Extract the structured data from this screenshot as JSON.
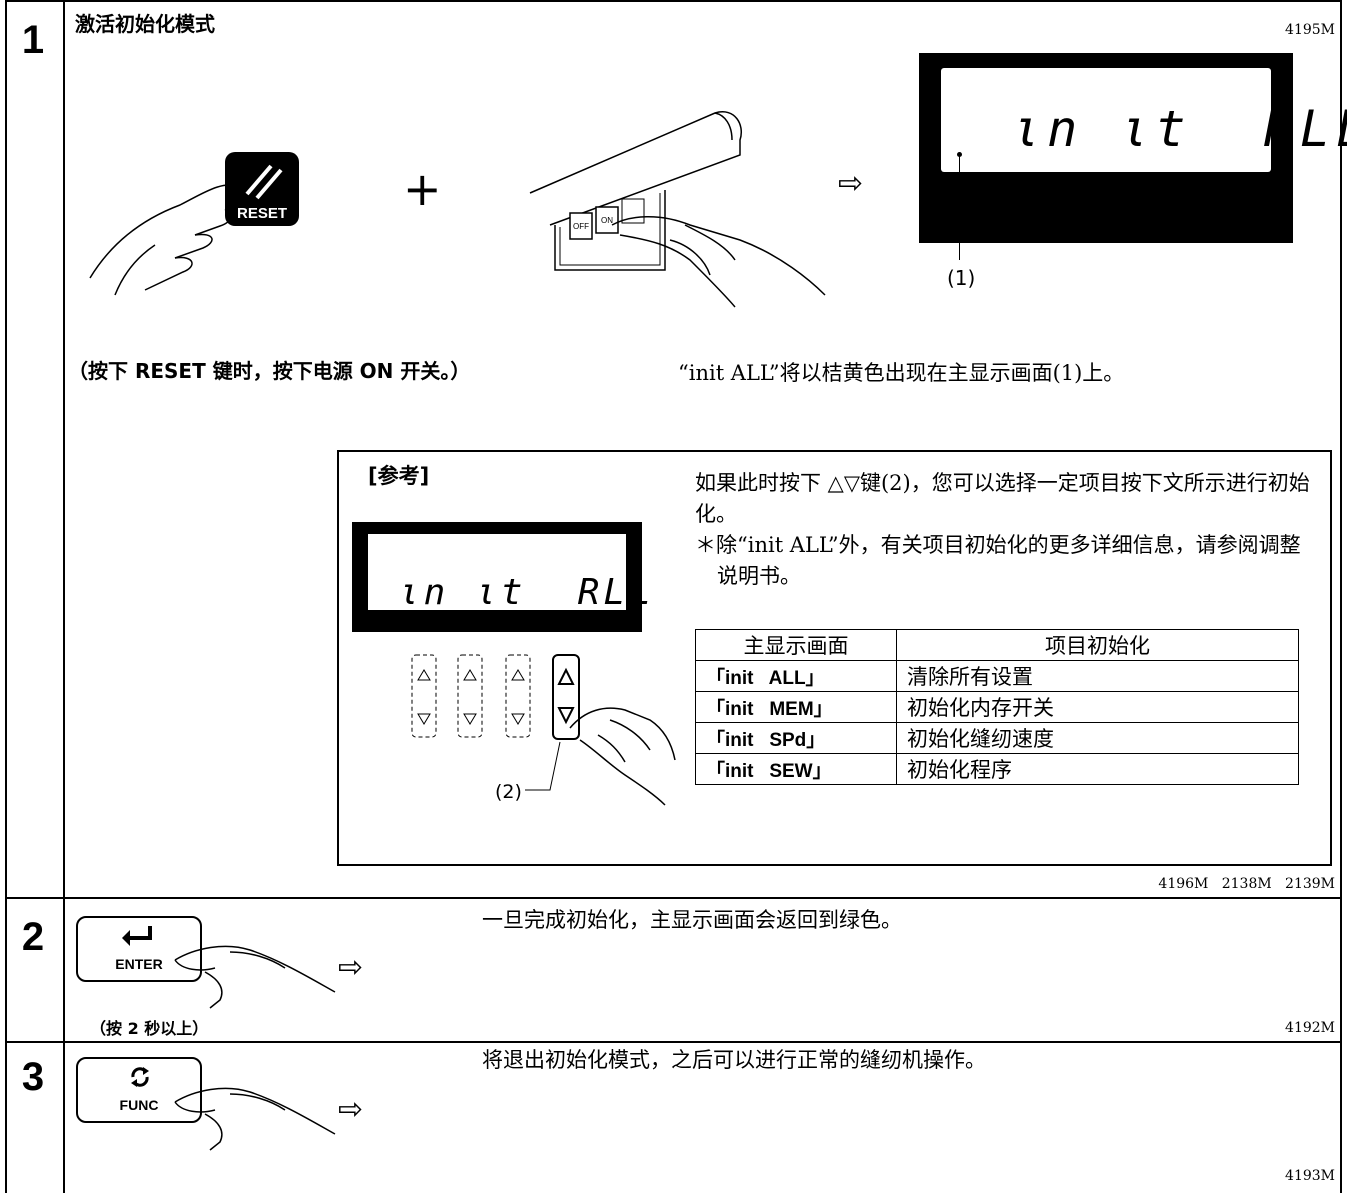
{
  "step1": {
    "number": "1",
    "title": "激活初始化模式",
    "code_top": "4195M",
    "reset_key_label": "RESET",
    "plus_sign": "+",
    "switch_off_label": "OFF",
    "switch_on_label": "ON",
    "display_text": "ιn ιt  RLL",
    "callout_1": "(1)",
    "caption_left": "（按下 RESET 键时，按下电源 ON 开关。）",
    "caption_right": "“init ALL”将以桔黄色出现在主显示画面(1)上。",
    "reference": {
      "title": "[参考]",
      "display_text": "ιn ιt  RLL",
      "callout_2": "(2)",
      "para1": "如果此时按下 △▽键(2)，您可以选择一定项目按下文所示进行初始化。",
      "note": "＊除“init ALL”外，有关项目初始化的更多详细信息，请参阅调整说明书。",
      "table_header": [
        "主显示画面",
        "项目初始化"
      ],
      "table_rows": [
        [
          "「init   ALL」",
          "清除所有设置"
        ],
        [
          "「init   MEM」",
          "初始化内存开关"
        ],
        [
          "「init   SPd」",
          "初始化缝纫速度"
        ],
        [
          "「init   SEW」",
          "初始化程序"
        ]
      ]
    },
    "code_bottom": "4196M   2138M   2139M"
  },
  "step2": {
    "number": "2",
    "key_label": "ENTER",
    "key_icon": "enter-arrow-icon",
    "text": "一旦完成初始化，主显示画面会返回到绿色。",
    "note": "（按 2 秒以上）",
    "code": "4192M"
  },
  "step3": {
    "number": "3",
    "key_label": "FUNC",
    "key_icon": "cycle-arrows-icon",
    "text": "将退出初始化模式，之后可以进行正常的缝纫机操作。",
    "code": "4193M"
  }
}
